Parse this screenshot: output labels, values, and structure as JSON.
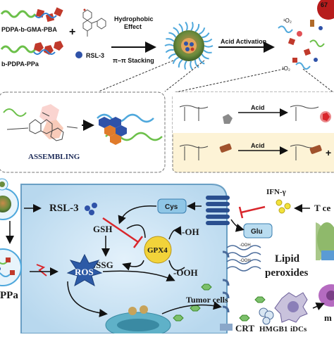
{
  "top": {
    "polymer_gma_label": "PDPA-b-GMA-PBA",
    "polymer_ppa_label": "b-PDPA-PPa",
    "plus": "+",
    "rsl3_label": "RSL-3",
    "arrow1_line1": "Hydrophobic",
    "arrow1_line2": "Effect",
    "arrow1_line3": "π–π Stacking",
    "arrow2_label": "Acid Activation",
    "singlet_o2": "¹O₂",
    "corner_label": "67",
    "assembling_label": "ASSEMBLING",
    "acid_label_1": "Acid",
    "acid_label_2": "Acid",
    "plus_right": "+"
  },
  "bottom": {
    "rsl3_label": "RSL-3",
    "gsh_label": "GSH",
    "gssg_label": "GSSG",
    "gpx4_label": "GPX4",
    "oh_label": "-OH",
    "ooh_label": "-OOH",
    "cys_label": "Cys",
    "glu_label": "Glu",
    "ifn_label": "IFN-γ",
    "tcell_label": "T ce",
    "lipid_label_1": "Lipid",
    "lipid_label_2": "peroxides",
    "ros_label": "ROS",
    "ppa_label": "PPa",
    "tumor_label": "Tumor cells",
    "crt_label": "CRT",
    "hmgb1_label": "HMGB1",
    "idcs_label": "iDCs",
    "m_label": "m",
    "ooh_small": "-OOH"
  },
  "colors": {
    "cell_fill": "#cfe6f5",
    "gpx4_fill": "#f2d33a",
    "inhibit_red": "#d9262c",
    "cys_box": "#8fc6e6",
    "glu_box": "#b9dcf0",
    "acid_panel": "#fdf3d6",
    "polymer_red": "#c0392b",
    "polymer_blue": "#2f7fd0",
    "polymer_green": "#6cc04a",
    "brand_magenta": "#c2185b"
  }
}
